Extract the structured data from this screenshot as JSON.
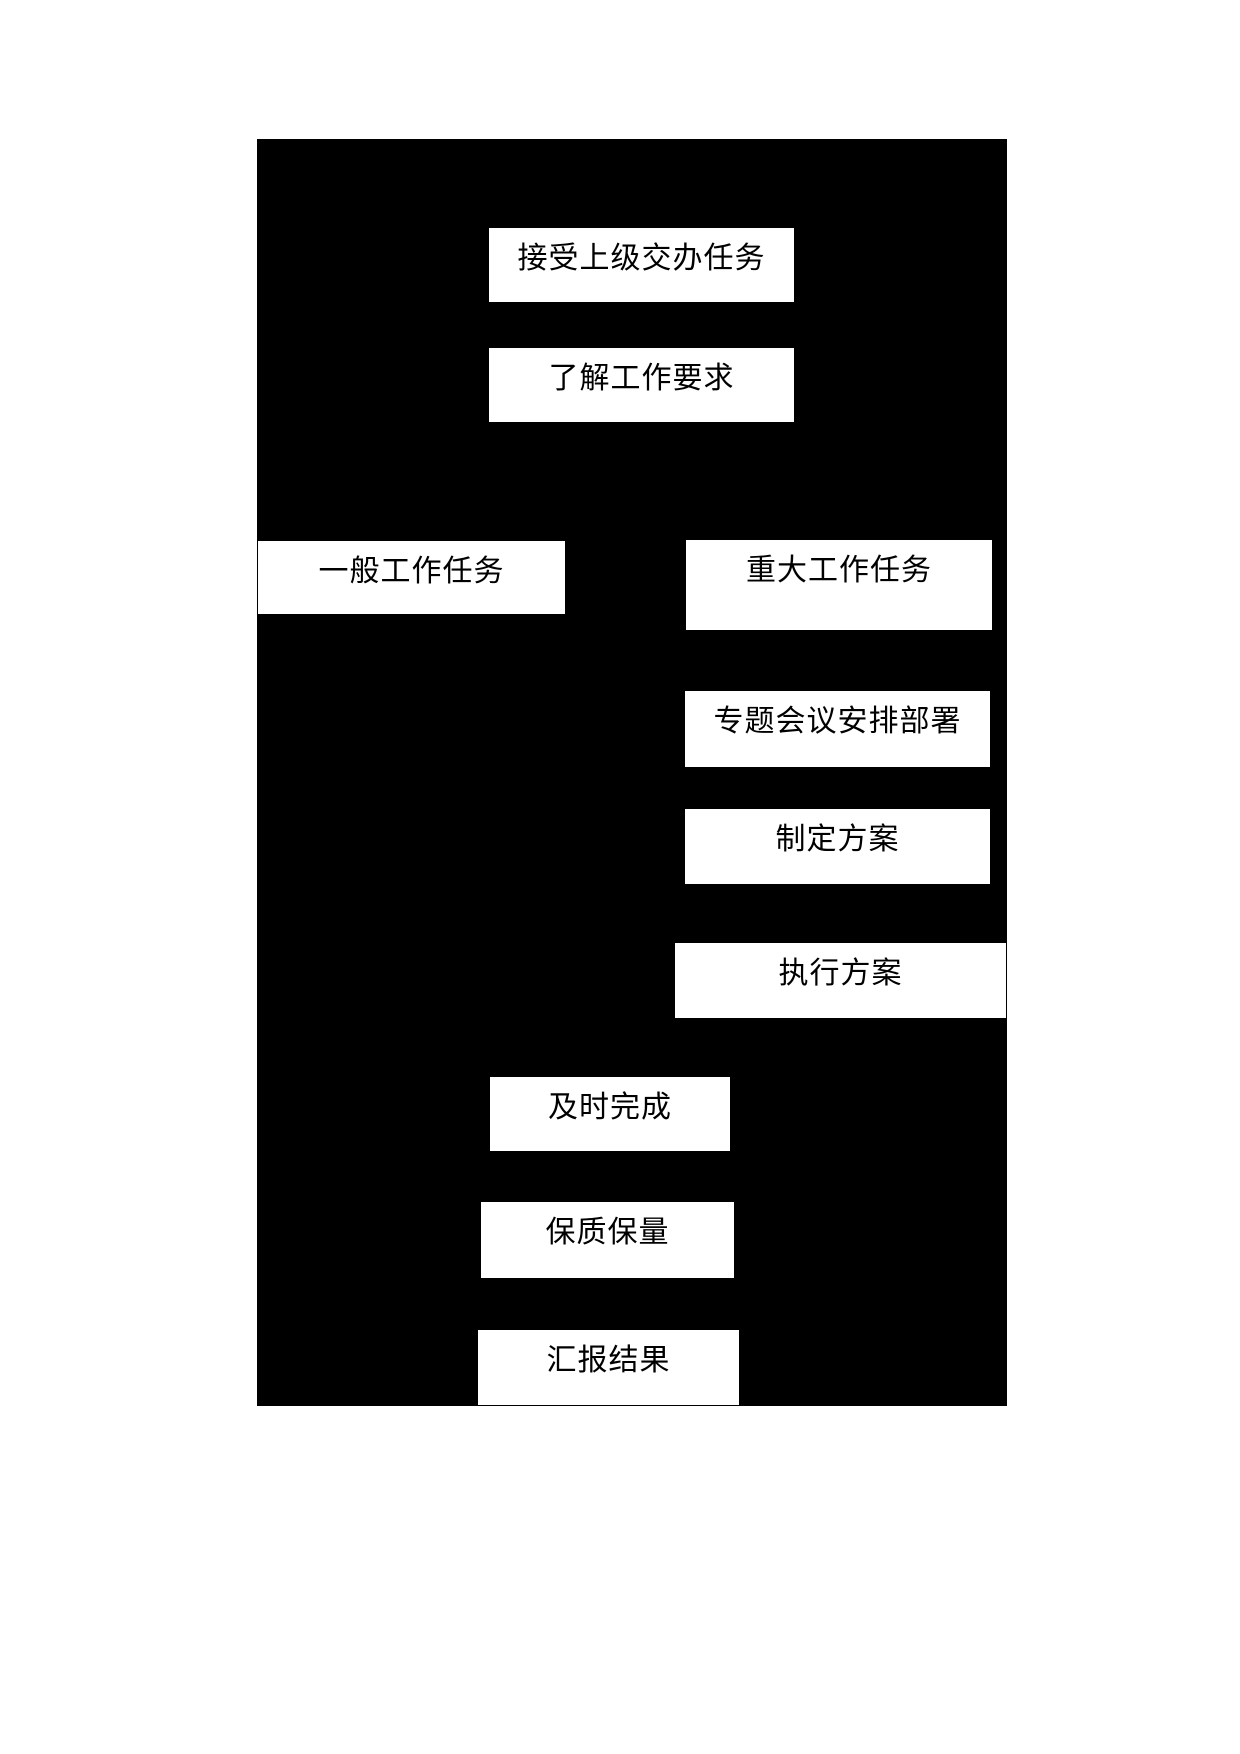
{
  "colors": {
    "page_background": "#ffffff",
    "diagram_background": "#000000",
    "node_fill": "#ffffff",
    "node_text": "#000000"
  },
  "diagram": {
    "nodes": [
      {
        "id": "accept-task",
        "label": "接受上级交办任务"
      },
      {
        "id": "understand-req",
        "label": "了解工作要求"
      },
      {
        "id": "general-task",
        "label": "一般工作任务"
      },
      {
        "id": "major-task",
        "label": "重大工作任务"
      },
      {
        "id": "special-meeting",
        "label": "专题会议安排部署"
      },
      {
        "id": "make-plan",
        "label": "制定方案"
      },
      {
        "id": "execute-plan",
        "label": "执行方案"
      },
      {
        "id": "finish-on-time",
        "label": "及时完成"
      },
      {
        "id": "quality-quantity",
        "label": "保质保量"
      },
      {
        "id": "report-results",
        "label": "汇报结果"
      }
    ]
  }
}
